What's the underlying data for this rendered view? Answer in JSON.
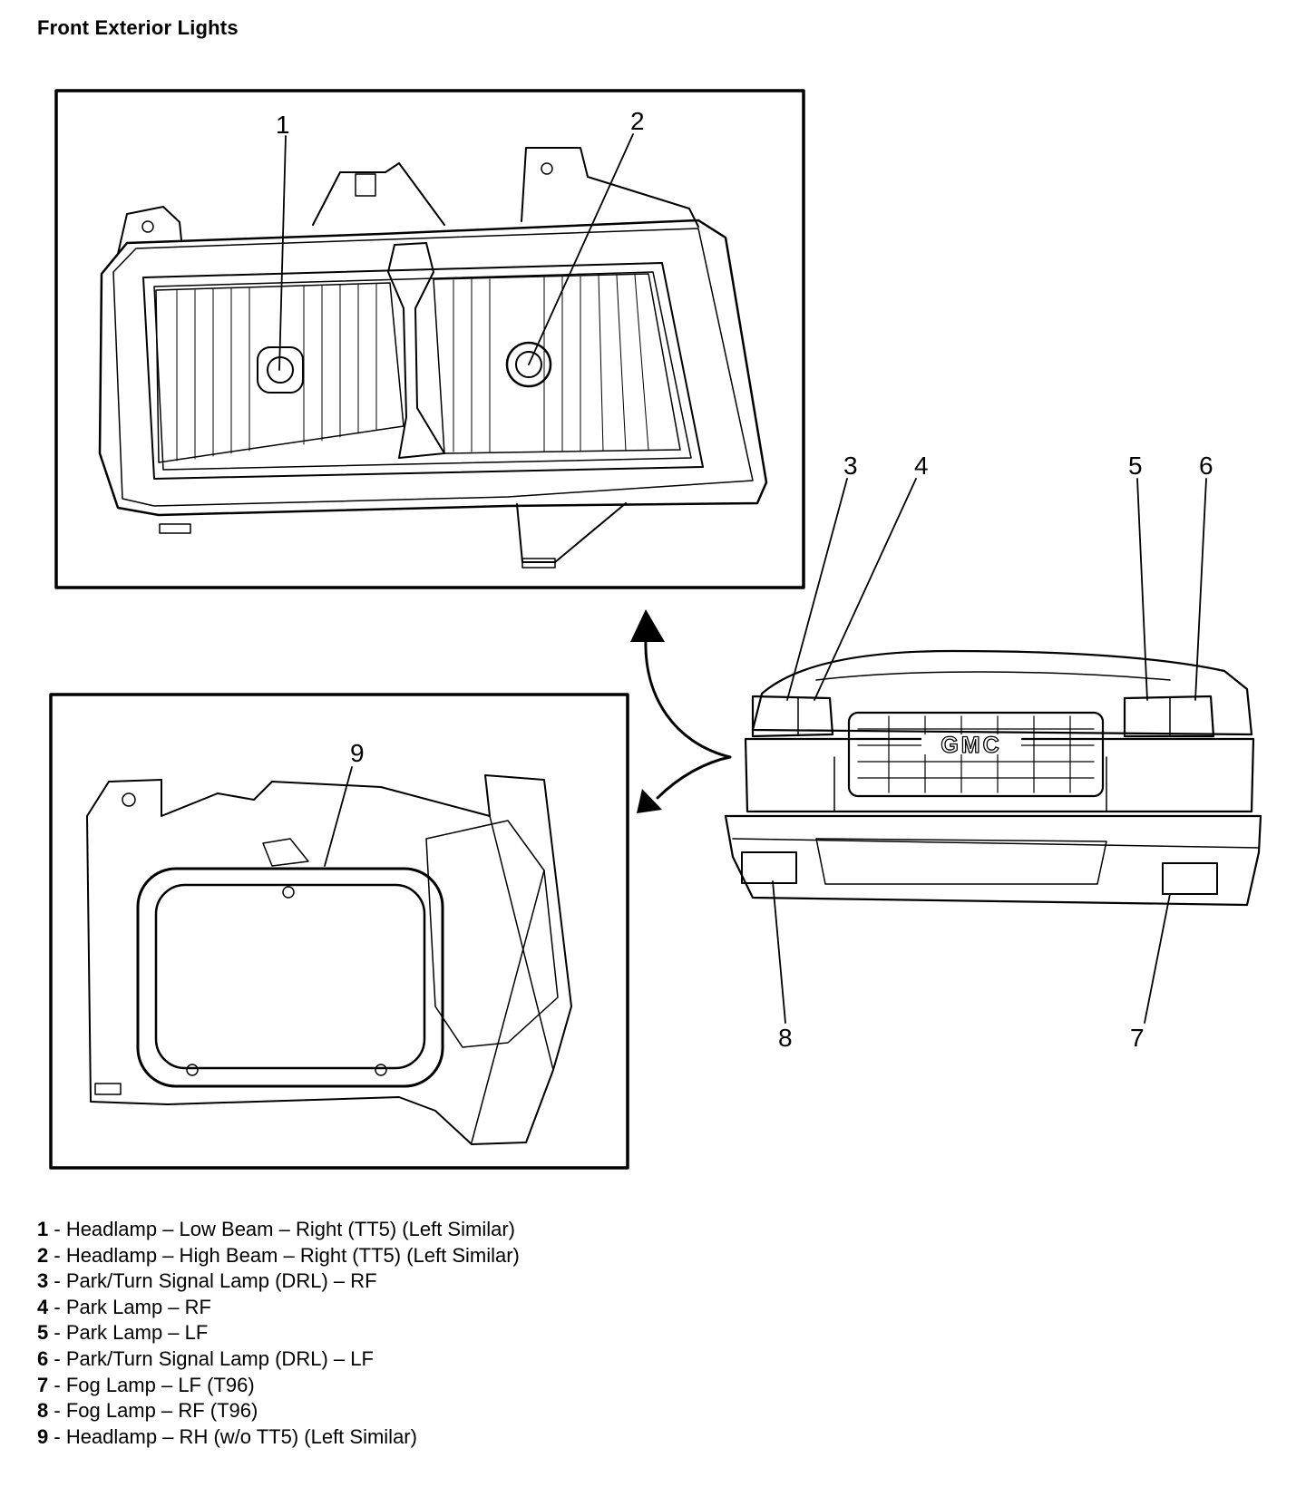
{
  "title": "Front Exterior Lights",
  "callouts": [
    "1",
    "2",
    "3",
    "4",
    "5",
    "6",
    "7",
    "8",
    "9"
  ],
  "grille_logo": "GMC",
  "legend": [
    {
      "num": "1",
      "text": "Headlamp – Low Beam – Right (TT5) (Left Similar)"
    },
    {
      "num": "2",
      "text": "Headlamp – High Beam – Right (TT5) (Left Similar)"
    },
    {
      "num": "3",
      "text": "Park/Turn Signal Lamp (DRL) – RF"
    },
    {
      "num": "4",
      "text": "Park Lamp – RF"
    },
    {
      "num": "5",
      "text": "Park Lamp – LF"
    },
    {
      "num": "6",
      "text": "Park/Turn Signal Lamp (DRL) – LF"
    },
    {
      "num": "7",
      "text": "Fog Lamp – LF (T96)"
    },
    {
      "num": "8",
      "text": "Fog Lamp – RF (T96)"
    },
    {
      "num": "9",
      "text": "Headlamp – RH (w/o TT5) (Left Similar)"
    }
  ]
}
